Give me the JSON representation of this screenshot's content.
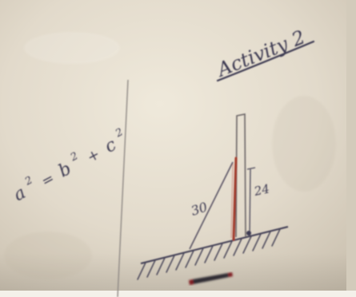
{
  "photo": {
    "subject": "handwritten whiteboard sketch",
    "colors": {
      "board_light": "#ece5d6",
      "board_mid": "#d9d1c1",
      "board_dark": "#bfb5a4",
      "marker_ink": "#3e3b52",
      "red_marker": "#a33a2c",
      "pole_outline": "#6b6566"
    }
  },
  "board": {
    "heading": "Activity 2",
    "equation": {
      "a": "a",
      "b": "b",
      "c": "c",
      "sup": "2",
      "plus": "+",
      "equals": "="
    },
    "label_slant": "30",
    "label_height": "24"
  }
}
